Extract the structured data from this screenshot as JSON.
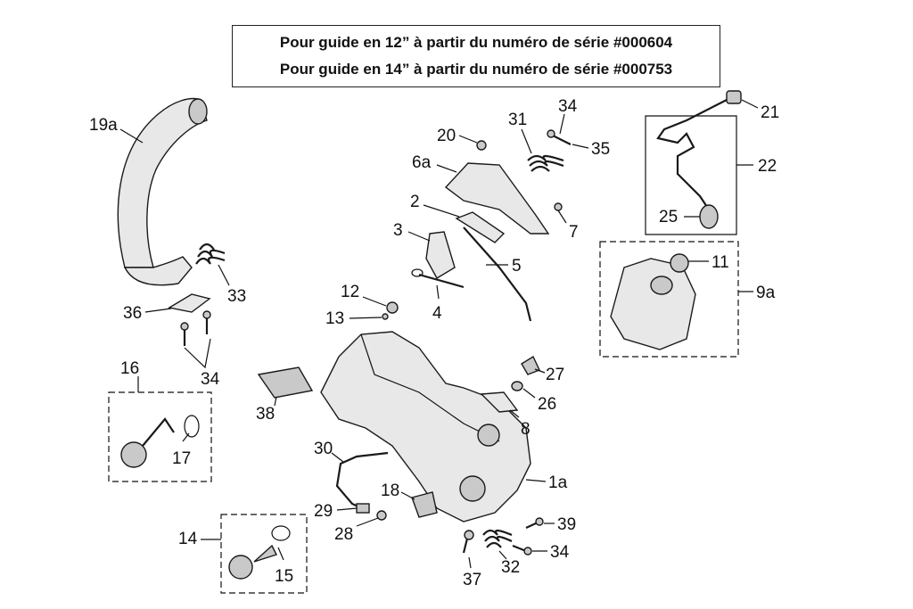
{
  "header": {
    "line1": "Pour guide en 12” à partir du numéro de série #000604",
    "line2": "Pour guide en 14” à partir du numéro de série #000753"
  },
  "labels": {
    "p19a": "19a",
    "p33": "33",
    "p36": "36",
    "p34a": "34",
    "p16": "16",
    "p17": "17",
    "p20": "20",
    "p31": "31",
    "p34b": "34",
    "p35": "35",
    "p6a": "6a",
    "p2": "2",
    "p7": "7",
    "p3": "3",
    "p5": "5",
    "p4": "4",
    "p12": "12",
    "p13": "13",
    "p21": "21",
    "p22": "22",
    "p25": "25",
    "p11": "11",
    "p9a": "9a",
    "p27": "27",
    "p26": "26",
    "p8": "8",
    "p38": "38",
    "p1a": "1a",
    "p30": "30",
    "p18": "18",
    "p29": "29",
    "p28": "28",
    "p39": "39",
    "p34c": "34",
    "p32": "32",
    "p37": "37",
    "p14": "14",
    "p15": "15"
  }
}
